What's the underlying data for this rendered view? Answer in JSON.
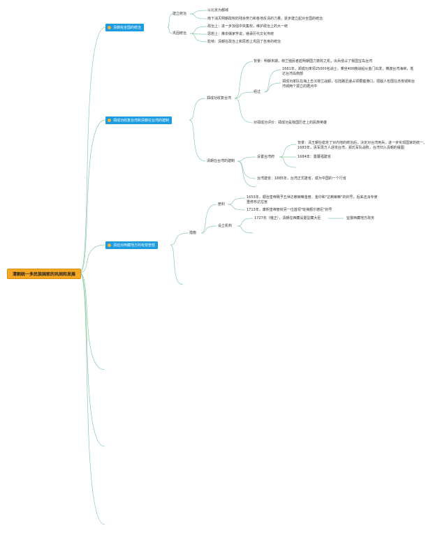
{
  "root": "清朝统一多民族国家的巩固和发展",
  "branches": [
    {
      "label": "清朝完全国的统治",
      "children": [
        {
          "label": "建立统治",
          "items": [
            "以北京为都城",
            "南下消灭明朝政权的残余势力和各地反清的力量，逐步建立起对全国的统治"
          ]
        },
        {
          "label": "巩固统治",
          "items": [
            "政治上：进一步加强中央集权，维护政治上的大一统",
            "思想上：推崇儒家学说，继承历代文化传统",
            "影响：清朝在政治上和思想上巩固了自身的统治"
          ]
        }
      ]
    },
    {
      "label": "郑成功收复台湾和清朝在台湾的建制",
      "zheng": {
        "label": "郑成功收复台湾",
        "background": "背景：明朝末期，荷兰殖民者趁明朝国力衰败之机，出兵侵占了我国宝岛台湾",
        "process_label": "经过",
        "process": [
          "1661年，郑成功率领25000名战士，乘坐400艘战船从金门出发，横渡台湾海峡，抵达台湾岛南部",
          "郑成功率队在海上击沉荷兰战舰，在陆路迅速占领要塞港口，把敌人包围在赤炭城和台湾城两个孤立的据点中"
        ],
        "evaluation": "对郑成功评价：郑成功是我国历史上的民族英雄"
      },
      "qing": {
        "label": "清朝在台湾的建制",
        "sub_label": "设置台湾府",
        "items": [
          "背景：清王朝在稳定了对内地的统治后，决定对台湾用兵，进一步实现国家的统一。1683年，清军周方人进攻台湾，郑氏军队战败，台湾归入清朝的版图",
          "1684年：置厦福建省"
        ],
        "province": "台湾建省：1885年，台湾正式建省，成为中国的一个行省"
      }
    },
    {
      "label": "清廷对西藏地方的有效管辖",
      "measures_label": "措施",
      "feng": {
        "label": "册封",
        "items": [
          "1653年，顺治皇帝赐予五世达赖喇嘛金册、金印和\"达赖喇嘛\"的封号，后来还派专使重修布达拉宫",
          "1713年，康熙皇帝册封另一位首领\"班禅额尔德尼\"封号"
        ]
      },
      "she": {
        "label": "设立机构",
        "item": "1727年（雍正），清朝在西藏设置驻藏大臣",
        "note": "监督西藏地方政务"
      }
    }
  ]
}
